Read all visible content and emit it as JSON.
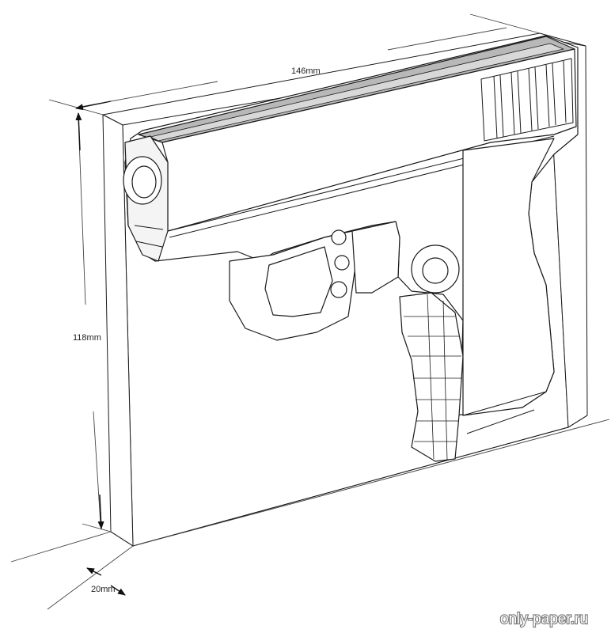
{
  "dimensions": {
    "length_label": "146mm",
    "height_label": "118mm",
    "depth_label": "20mm"
  },
  "watermark": "only-paper.ru",
  "colors": {
    "line": "#1a1a1a",
    "guide": "#444444",
    "slide_top": "#b8b8b8",
    "face": "#ffffff"
  }
}
